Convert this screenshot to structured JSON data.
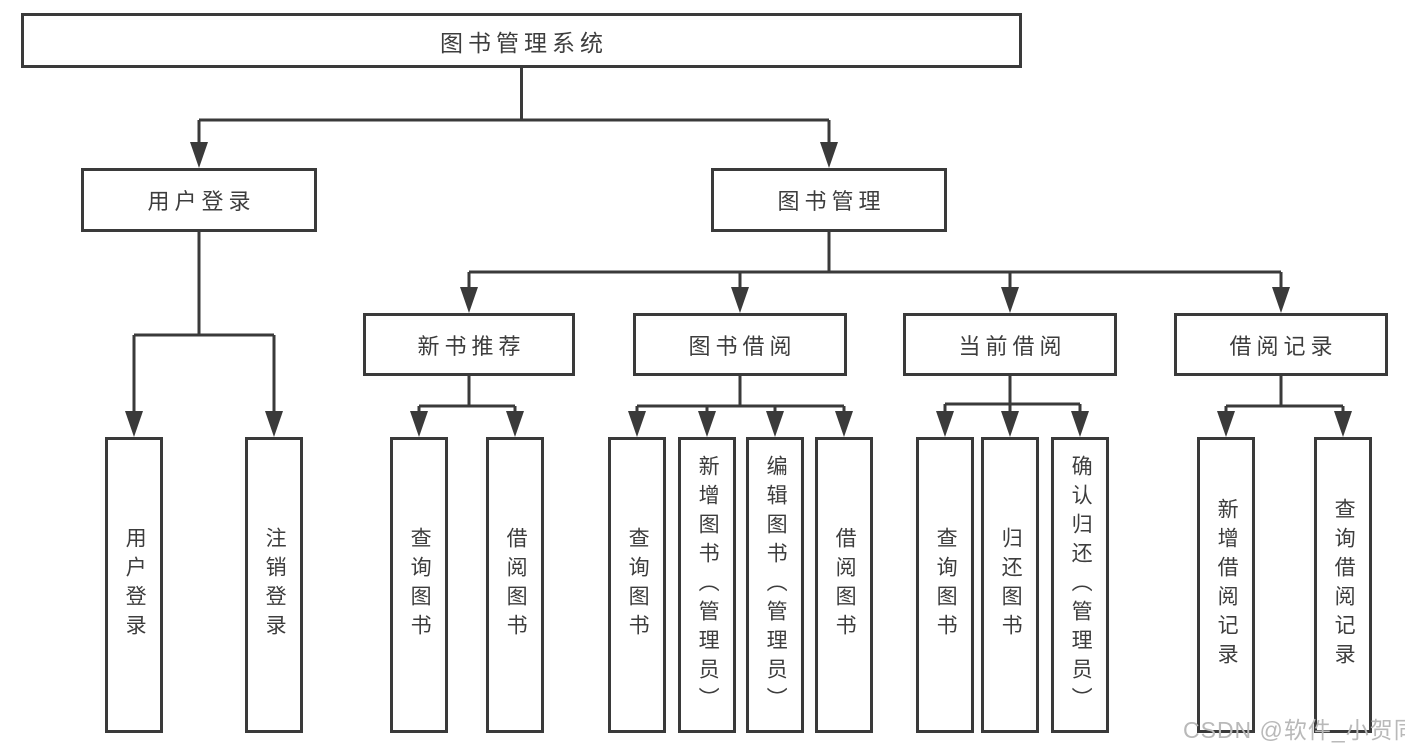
{
  "diagram_type": "hierarchy-tree",
  "root": {
    "label": "图书管理系统"
  },
  "branches": [
    {
      "label": "用户登录",
      "children": [
        {
          "label": "用户登录"
        },
        {
          "label": "注销登录"
        }
      ]
    },
    {
      "label": "图书管理",
      "children": [
        {
          "label": "新书推荐",
          "children": [
            {
              "label": "查询图书"
            },
            {
              "label": "借阅图书"
            }
          ]
        },
        {
          "label": "图书借阅",
          "children": [
            {
              "label": "查询图书"
            },
            {
              "label": "新增图书（管理员）"
            },
            {
              "label": "编辑图书（管理员）"
            },
            {
              "label": "借阅图书"
            }
          ]
        },
        {
          "label": "当前借阅",
          "children": [
            {
              "label": "查询图书"
            },
            {
              "label": "归还图书"
            },
            {
              "label": "确认归还（管理员）"
            }
          ]
        },
        {
          "label": "借阅记录",
          "children": [
            {
              "label": "新增借阅记录"
            },
            {
              "label": "查询借阅记录"
            }
          ]
        }
      ]
    }
  ],
  "watermark": {
    "text": "CSDN @软件_小贺同学"
  },
  "colors": {
    "line": "#3a3a3a",
    "box_border": "#3a3a3a",
    "box_fill": "#ffffff",
    "text": "#3d3d3d",
    "background": "#ffffff",
    "watermark": "#b9b9b9"
  }
}
